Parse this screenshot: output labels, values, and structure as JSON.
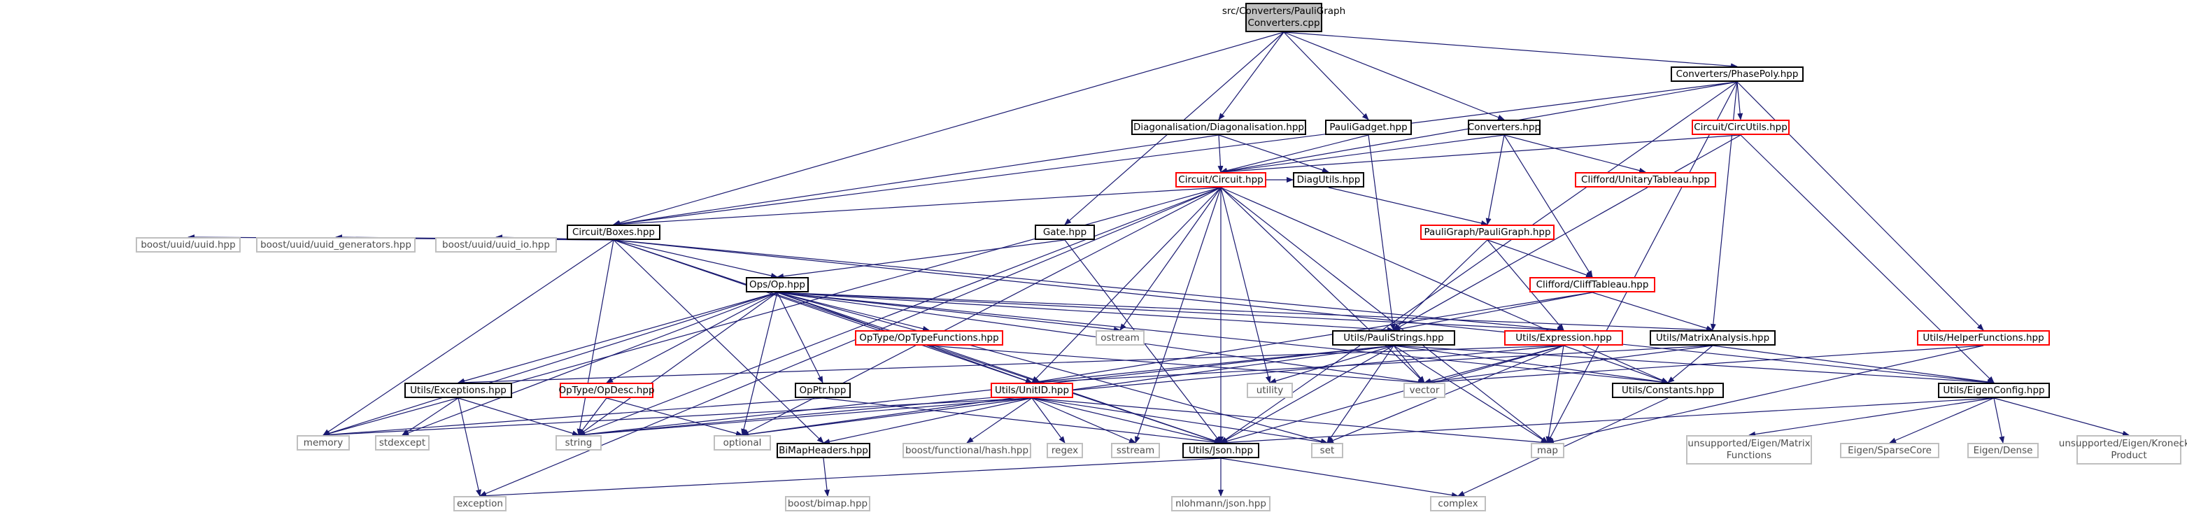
{
  "diagram_title": "",
  "colors": {
    "edge": "#191970",
    "normal_border": "#000000",
    "incomplete_border": "#ff0000",
    "system_border": "#bfbfbf",
    "root_fill": "#bfbfbf",
    "system_text": "#4d4d4d"
  },
  "nodes": [
    {
      "id": "root",
      "lines": [
        "src/Converters/PauliGraph",
        "Converters.cpp"
      ],
      "kind": "root"
    },
    {
      "id": "phasepoly",
      "lines": [
        "Converters/PhasePoly.hpp"
      ],
      "kind": "normal"
    },
    {
      "id": "circutils",
      "lines": [
        "Circuit/CircUtils.hpp"
      ],
      "kind": "red"
    },
    {
      "id": "helperfunctions",
      "lines": [
        "Utils/HelperFunctions.hpp"
      ],
      "kind": "red"
    },
    {
      "id": "diagonalisation",
      "lines": [
        "Diagonalisation/Diagonalisation.hpp"
      ],
      "kind": "normal"
    },
    {
      "id": "pauligadget",
      "lines": [
        "PauliGadget.hpp"
      ],
      "kind": "normal"
    },
    {
      "id": "converters",
      "lines": [
        "Converters.hpp"
      ],
      "kind": "normal"
    },
    {
      "id": "circuit",
      "lines": [
        "Circuit/Circuit.hpp"
      ],
      "kind": "red"
    },
    {
      "id": "diagutils",
      "lines": [
        "DiagUtils.hpp"
      ],
      "kind": "normal"
    },
    {
      "id": "unitarytableau",
      "lines": [
        "Clifford/UnitaryTableau.hpp"
      ],
      "kind": "red"
    },
    {
      "id": "boxes",
      "lines": [
        "Circuit/Boxes.hpp"
      ],
      "kind": "normal"
    },
    {
      "id": "gate",
      "lines": [
        "Gate.hpp"
      ],
      "kind": "normal"
    },
    {
      "id": "pauligraph",
      "lines": [
        "PauliGraph/PauliGraph.hpp"
      ],
      "kind": "red"
    },
    {
      "id": "clifftableau",
      "lines": [
        "Clifford/CliffTableau.hpp"
      ],
      "kind": "red"
    },
    {
      "id": "uuid",
      "lines": [
        "boost/uuid/uuid.hpp"
      ],
      "kind": "grey"
    },
    {
      "id": "uuid_gen",
      "lines": [
        "boost/uuid/uuid_generators.hpp"
      ],
      "kind": "grey"
    },
    {
      "id": "uuid_io",
      "lines": [
        "boost/uuid/uuid_io.hpp"
      ],
      "kind": "grey"
    },
    {
      "id": "op",
      "lines": [
        "Ops/Op.hpp"
      ],
      "kind": "normal"
    },
    {
      "id": "optypefunctions",
      "lines": [
        "OpType/OpTypeFunctions.hpp"
      ],
      "kind": "red"
    },
    {
      "id": "ostream",
      "lines": [
        "ostream"
      ],
      "kind": "grey"
    },
    {
      "id": "paulistrings",
      "lines": [
        "Utils/PauliStrings.hpp"
      ],
      "kind": "normal"
    },
    {
      "id": "expression",
      "lines": [
        "Utils/Expression.hpp"
      ],
      "kind": "red"
    },
    {
      "id": "matrixanalysis",
      "lines": [
        "Utils/MatrixAnalysis.hpp"
      ],
      "kind": "normal"
    },
    {
      "id": "exceptions",
      "lines": [
        "Utils/Exceptions.hpp"
      ],
      "kind": "normal"
    },
    {
      "id": "opdesc",
      "lines": [
        "OpType/OpDesc.hpp"
      ],
      "kind": "red"
    },
    {
      "id": "opptr",
      "lines": [
        "OpPtr.hpp"
      ],
      "kind": "normal"
    },
    {
      "id": "unitid",
      "lines": [
        "Utils/UnitID.hpp"
      ],
      "kind": "red"
    },
    {
      "id": "utility",
      "lines": [
        "utility"
      ],
      "kind": "grey"
    },
    {
      "id": "vector",
      "lines": [
        "vector"
      ],
      "kind": "grey"
    },
    {
      "id": "constants",
      "lines": [
        "Utils/Constants.hpp"
      ],
      "kind": "normal"
    },
    {
      "id": "eigenconfig",
      "lines": [
        "Utils/EigenConfig.hpp"
      ],
      "kind": "normal"
    },
    {
      "id": "memory",
      "lines": [
        "memory"
      ],
      "kind": "grey"
    },
    {
      "id": "stdexcept",
      "lines": [
        "stdexcept"
      ],
      "kind": "grey"
    },
    {
      "id": "string",
      "lines": [
        "string"
      ],
      "kind": "grey"
    },
    {
      "id": "optional",
      "lines": [
        "optional"
      ],
      "kind": "grey"
    },
    {
      "id": "bimapheaders",
      "lines": [
        "BiMapHeaders.hpp"
      ],
      "kind": "normal"
    },
    {
      "id": "boosthash",
      "lines": [
        "boost/functional/hash.hpp"
      ],
      "kind": "grey"
    },
    {
      "id": "regex",
      "lines": [
        "regex"
      ],
      "kind": "grey"
    },
    {
      "id": "sstream",
      "lines": [
        "sstream"
      ],
      "kind": "grey"
    },
    {
      "id": "json",
      "lines": [
        "Utils/Json.hpp"
      ],
      "kind": "normal"
    },
    {
      "id": "set",
      "lines": [
        "set"
      ],
      "kind": "grey"
    },
    {
      "id": "map",
      "lines": [
        "map"
      ],
      "kind": "grey"
    },
    {
      "id": "eigenmatrix",
      "lines": [
        "unsupported/Eigen/Matrix",
        "Functions"
      ],
      "kind": "grey"
    },
    {
      "id": "sparsecore",
      "lines": [
        "Eigen/SparseCore"
      ],
      "kind": "grey"
    },
    {
      "id": "dense",
      "lines": [
        "Eigen/Dense"
      ],
      "kind": "grey"
    },
    {
      "id": "kronecker",
      "lines": [
        "unsupported/Eigen/Kronecker",
        "Product"
      ],
      "kind": "grey"
    },
    {
      "id": "exception",
      "lines": [
        "exception"
      ],
      "kind": "grey"
    },
    {
      "id": "bimap",
      "lines": [
        "boost/bimap.hpp"
      ],
      "kind": "grey"
    },
    {
      "id": "nlohmann",
      "lines": [
        "nlohmann/json.hpp"
      ],
      "kind": "grey"
    },
    {
      "id": "complex",
      "lines": [
        "complex"
      ],
      "kind": "grey"
    }
  ],
  "edges": [
    [
      "root",
      "phasepoly"
    ],
    [
      "root",
      "diagonalisation"
    ],
    [
      "root",
      "pauligadget"
    ],
    [
      "root",
      "converters"
    ],
    [
      "root",
      "boxes"
    ],
    [
      "root",
      "gate"
    ],
    [
      "phasepoly",
      "circutils"
    ],
    [
      "phasepoly",
      "helperfunctions"
    ],
    [
      "phasepoly",
      "circuit"
    ],
    [
      "phasepoly",
      "boxes"
    ],
    [
      "phasepoly",
      "matrixanalysis"
    ],
    [
      "phasepoly",
      "json"
    ],
    [
      "phasepoly",
      "map"
    ],
    [
      "circutils",
      "circuit"
    ],
    [
      "circutils",
      "paulistrings"
    ],
    [
      "circutils",
      "eigenconfig"
    ],
    [
      "helperfunctions",
      "vector"
    ],
    [
      "helperfunctions",
      "map"
    ],
    [
      "diagonalisation",
      "circuit"
    ],
    [
      "diagonalisation",
      "diagutils"
    ],
    [
      "diagonalisation",
      "boxes"
    ],
    [
      "pauligadget",
      "circuit"
    ],
    [
      "pauligadget",
      "paulistrings"
    ],
    [
      "converters",
      "circuit"
    ],
    [
      "converters",
      "unitarytableau"
    ],
    [
      "converters",
      "pauligraph"
    ],
    [
      "converters",
      "clifftableau"
    ],
    [
      "circuit",
      "boxes"
    ],
    [
      "circuit",
      "diagutils"
    ],
    [
      "circuit",
      "ostream"
    ],
    [
      "circuit",
      "utility"
    ],
    [
      "circuit",
      "vector"
    ],
    [
      "circuit",
      "unitid"
    ],
    [
      "circuit",
      "json"
    ],
    [
      "circuit",
      "memory"
    ],
    [
      "circuit",
      "string"
    ],
    [
      "circuit",
      "exception"
    ],
    [
      "circuit",
      "optional"
    ],
    [
      "circuit",
      "sstream"
    ],
    [
      "circuit",
      "map"
    ],
    [
      "circuit",
      "constants"
    ],
    [
      "diagutils",
      "pauligraph"
    ],
    [
      "boxes",
      "uuid"
    ],
    [
      "boxes",
      "uuid_gen"
    ],
    [
      "boxes",
      "uuid_io"
    ],
    [
      "boxes",
      "op"
    ],
    [
      "boxes",
      "expression"
    ],
    [
      "boxes",
      "eigenconfig"
    ],
    [
      "boxes",
      "unitid"
    ],
    [
      "boxes",
      "json"
    ],
    [
      "boxes",
      "memory"
    ],
    [
      "boxes",
      "bimapheaders"
    ],
    [
      "boxes",
      "string"
    ],
    [
      "gate",
      "op"
    ],
    [
      "gate",
      "json"
    ],
    [
      "pauligraph",
      "clifftableau"
    ],
    [
      "pauligraph",
      "paulistrings"
    ],
    [
      "pauligraph",
      "expression"
    ],
    [
      "clifftableau",
      "matrixanalysis"
    ],
    [
      "clifftableau",
      "paulistrings"
    ],
    [
      "clifftableau",
      "unitid"
    ],
    [
      "op",
      "optypefunctions"
    ],
    [
      "op",
      "ostream"
    ],
    [
      "op",
      "paulistrings"
    ],
    [
      "op",
      "expression"
    ],
    [
      "op",
      "matrixanalysis"
    ],
    [
      "op",
      "exceptions"
    ],
    [
      "op",
      "opdesc"
    ],
    [
      "op",
      "opptr"
    ],
    [
      "op",
      "unitid"
    ],
    [
      "op",
      "json"
    ],
    [
      "op",
      "memory"
    ],
    [
      "op",
      "string"
    ],
    [
      "op",
      "optional"
    ],
    [
      "op",
      "stdexcept"
    ],
    [
      "op",
      "constants"
    ],
    [
      "op",
      "vector"
    ],
    [
      "op",
      "set"
    ],
    [
      "optypefunctions",
      "vector"
    ],
    [
      "paulistrings",
      "json"
    ],
    [
      "paulistrings",
      "unitid"
    ],
    [
      "paulistrings",
      "constants"
    ],
    [
      "paulistrings",
      "eigenconfig"
    ],
    [
      "paulistrings",
      "utility"
    ],
    [
      "paulistrings",
      "vector"
    ],
    [
      "paulistrings",
      "set"
    ],
    [
      "paulistrings",
      "map"
    ],
    [
      "paulistrings",
      "string"
    ],
    [
      "paulistrings",
      "optional"
    ],
    [
      "expression",
      "json"
    ],
    [
      "expression",
      "constants"
    ],
    [
      "expression",
      "vector"
    ],
    [
      "expression",
      "set"
    ],
    [
      "expression",
      "map"
    ],
    [
      "expression",
      "string"
    ],
    [
      "expression",
      "exceptions"
    ],
    [
      "matrixanalysis",
      "constants"
    ],
    [
      "matrixanalysis",
      "eigenconfig"
    ],
    [
      "matrixanalysis",
      "vector"
    ],
    [
      "matrixanalysis",
      "unitid"
    ],
    [
      "exceptions",
      "stdexcept"
    ],
    [
      "exceptions",
      "string"
    ],
    [
      "exceptions",
      "exception"
    ],
    [
      "opdesc",
      "string"
    ],
    [
      "opdesc",
      "optional"
    ],
    [
      "opptr",
      "memory"
    ],
    [
      "opptr",
      "json"
    ],
    [
      "unitid",
      "bimapheaders"
    ],
    [
      "unitid",
      "boosthash"
    ],
    [
      "unitid",
      "regex"
    ],
    [
      "unitid",
      "sstream"
    ],
    [
      "unitid",
      "json"
    ],
    [
      "unitid",
      "set"
    ],
    [
      "unitid",
      "map"
    ],
    [
      "unitid",
      "string"
    ],
    [
      "unitid",
      "optional"
    ],
    [
      "unitid",
      "memory"
    ],
    [
      "constants",
      "complex"
    ],
    [
      "eigenconfig",
      "json"
    ],
    [
      "eigenconfig",
      "eigenmatrix"
    ],
    [
      "eigenconfig",
      "sparsecore"
    ],
    [
      "eigenconfig",
      "dense"
    ],
    [
      "eigenconfig",
      "kronecker"
    ],
    [
      "bimapheaders",
      "bimap"
    ],
    [
      "json",
      "nlohmann"
    ],
    [
      "json",
      "complex"
    ],
    [
      "json",
      "exception"
    ]
  ]
}
